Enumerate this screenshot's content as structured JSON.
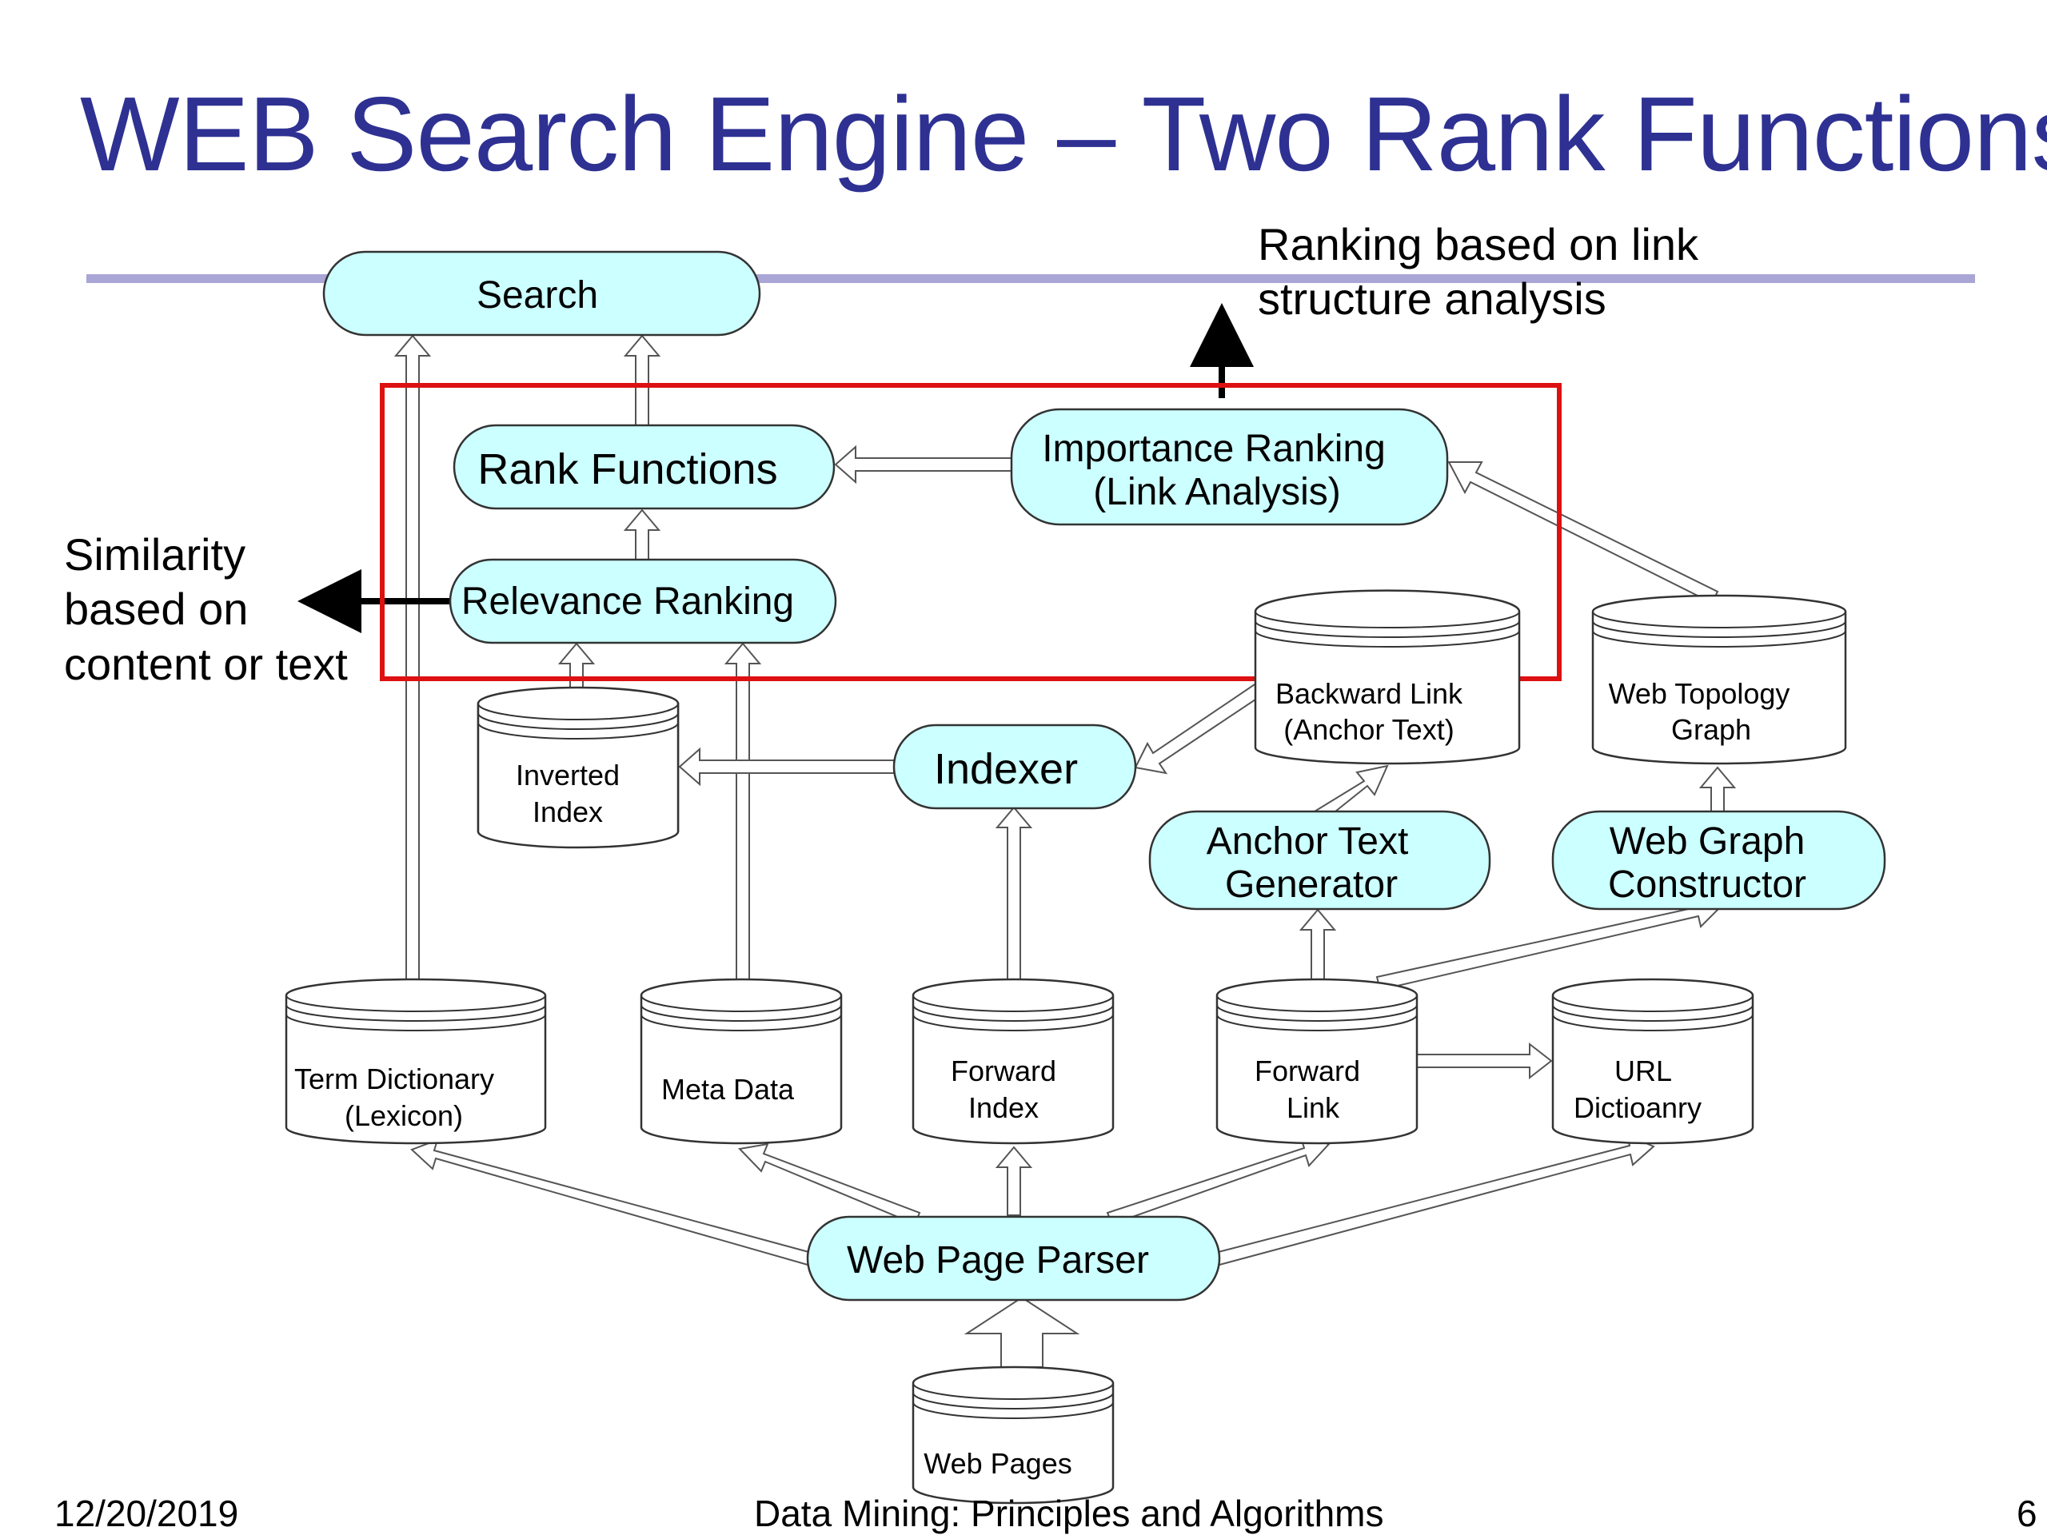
{
  "slide": {
    "title": "WEB Search Engine – Two Rank Functions",
    "footer_date": "12/20/2019",
    "footer_center": "Data Mining: Principles and Algorithms",
    "page_number": "6"
  },
  "annotations": {
    "link_ranking_line1": "Ranking based on link",
    "link_ranking_line2": "structure analysis",
    "similarity_line1": "Similarity",
    "similarity_line2": "based on",
    "similarity_line3": "content or text"
  },
  "processes": {
    "search": "Search",
    "rank_functions": "Rank Functions",
    "importance_ranking_line1": "Importance Ranking",
    "importance_ranking_line2": "(Link Analysis)",
    "relevance_ranking": "Relevance Ranking",
    "indexer": "Indexer",
    "anchor_text_generator_line1": "Anchor Text",
    "anchor_text_generator_line2": "Generator",
    "web_graph_constructor_line1": "Web Graph",
    "web_graph_constructor_line2": "Constructor",
    "web_page_parser": "Web Page Parser"
  },
  "stores": {
    "inverted_index_line1": "Inverted",
    "inverted_index_line2": "Index",
    "backward_link_line1": "Backward Link",
    "backward_link_line2": "(Anchor Text)",
    "web_topology_line1": "Web Topology",
    "web_topology_line2": "Graph",
    "term_dictionary_line1": "Term Dictionary",
    "term_dictionary_line2": "(Lexicon)",
    "meta_data": "Meta Data",
    "forward_index_line1": "Forward",
    "forward_index_line2": "Index",
    "forward_link_line1": "Forward",
    "forward_link_line2": "Link",
    "url_dictionary_line1": "URL",
    "url_dictionary_line2": "Dictioanry",
    "web_pages": "Web Pages"
  },
  "colors": {
    "title": "#2e3192",
    "rule": "#a9a6d6",
    "process_fill": "#ccffff",
    "highlight_box": "#dd1111"
  }
}
